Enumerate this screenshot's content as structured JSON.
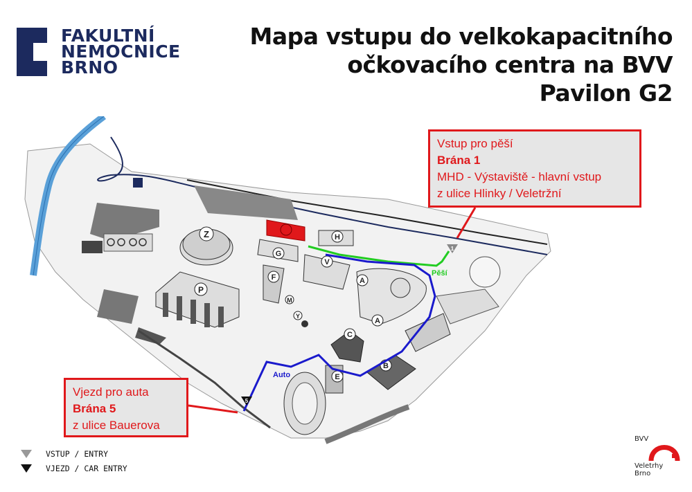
{
  "logo": {
    "line1": "FAKULTNÍ",
    "line2": "NEMOCNICE",
    "line3": "BRNO",
    "color": "#1c2a5e"
  },
  "title": {
    "line1": "Mapa vstupu do velkokapacitního",
    "line2": "očkovacího centra na BVV",
    "line3": "Pavilon G2"
  },
  "pedestrian_callout": {
    "line1": "Vstup pro pěší",
    "line2": "Brána 1",
    "line3": "MHD - Výstaviště - hlavní vstup",
    "line4": "z ulice Hlinky / Veletržní"
  },
  "car_callout": {
    "line1": "Vjezd pro auta",
    "line2": "Brána 5",
    "line3": "z ulice Bauerova"
  },
  "map": {
    "route_pedestrian_label": "Pěší",
    "route_car_label": "Auto",
    "gate_1": "1",
    "gate_5": "5",
    "pavilions": [
      "Z",
      "P",
      "G",
      "F",
      "H",
      "V",
      "A",
      "M",
      "Y",
      "C",
      "B",
      "E",
      "A"
    ],
    "highlight_pavilion": "G2",
    "colors": {
      "pedestrian_route": "#22cc22",
      "car_route": "#1a1acc",
      "highlight": "#e0181b",
      "river": "#5aa0d8",
      "tram": "#1c2a5e"
    }
  },
  "legend": {
    "entry": "VSTUP / ENTRY",
    "car_entry": "VJEZD / CAR ENTRY"
  },
  "bvv_logo": {
    "name": "BVV",
    "sub1": "Veletrhy",
    "sub2": "Brno"
  }
}
